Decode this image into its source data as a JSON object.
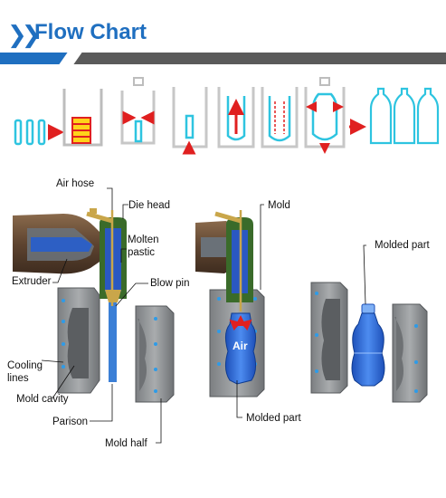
{
  "header": {
    "title": "Flow Chart",
    "chevron_icon": "double-chevron-right-icon"
  },
  "colors": {
    "accent": "#1f6fc0",
    "bar_gray": "#5a5a5a",
    "parison": "#3b7fd6",
    "extruder": "#6b4d36",
    "die_head": "#3a6b2a",
    "mold": "#8e9194",
    "arrow_red": "#e02020",
    "preform": "#2ec4e0"
  },
  "labels": {
    "air_hose": "Air hose",
    "die_head": "Die head",
    "mold": "Mold",
    "molten_plastic": "Molten pastic",
    "extruder": "Extruder",
    "blow_pin": "Blow pin",
    "molded_part_top": "Molded part",
    "cooling_lines": "Cooling lines",
    "mold_cavity": "Mold cavity",
    "parison": "Parison",
    "molded_part_bottom": "Molded part",
    "mold_half": "Mold half",
    "air": "Air"
  }
}
